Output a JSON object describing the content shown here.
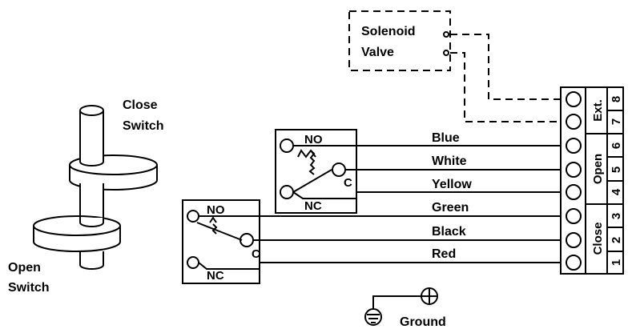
{
  "solenoid": {
    "line1": "Solenoid",
    "line2": "Valve"
  },
  "switches": {
    "close_label_1": "Close",
    "close_label_2": "Switch",
    "open_label_1": "Open",
    "open_label_2": "Switch"
  },
  "switch_contacts": {
    "no": "NO",
    "nc": "NC",
    "c": "C"
  },
  "wires": [
    {
      "label": "Blue"
    },
    {
      "label": "White"
    },
    {
      "label": "Yellow"
    },
    {
      "label": "Green"
    },
    {
      "label": "Black"
    },
    {
      "label": "Red"
    }
  ],
  "terminal_groups": {
    "ext": "Ext.",
    "open": "Open",
    "close": "Close"
  },
  "terminal_numbers": [
    "8",
    "7",
    "6",
    "5",
    "4",
    "3",
    "2",
    "1"
  ],
  "ground": {
    "label": "Ground"
  }
}
